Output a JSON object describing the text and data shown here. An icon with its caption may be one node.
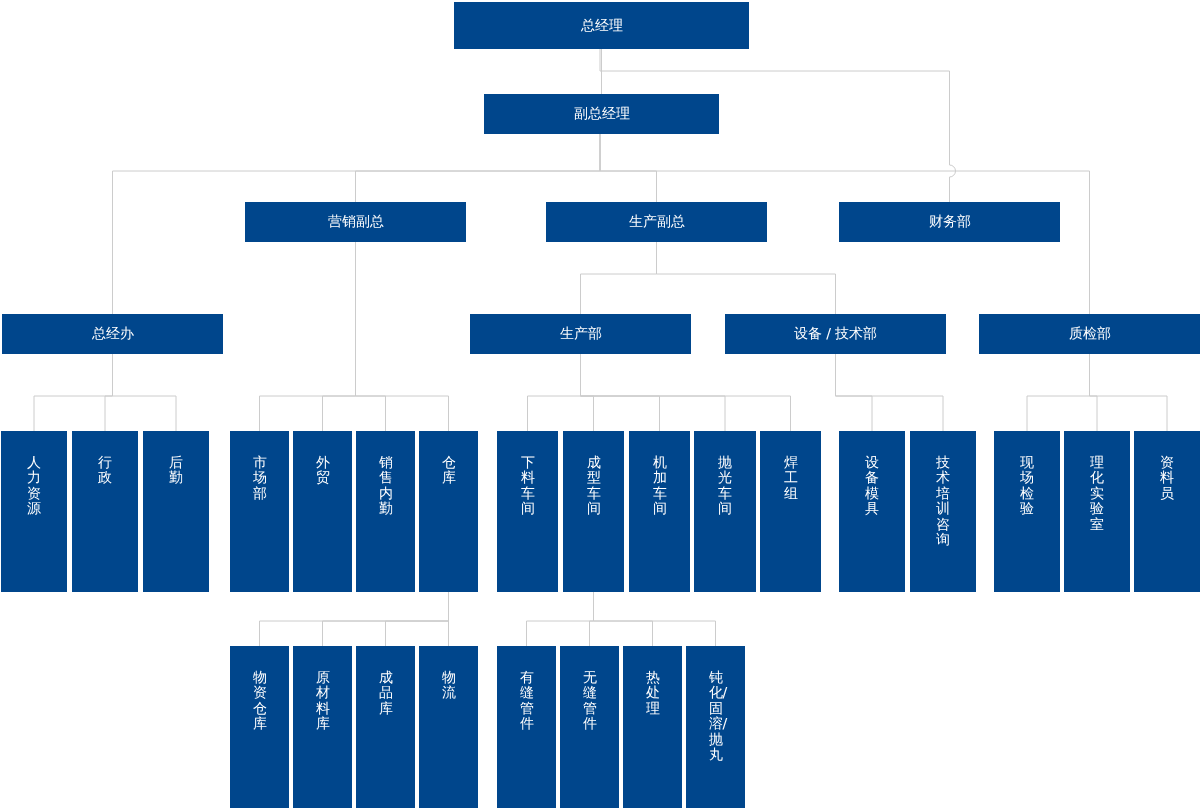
{
  "diagram": {
    "nodes": [
      {
        "text": [
          "总经理"
        ]
      },
      {
        "text": [
          "副总经理"
        ]
      },
      {
        "text": [
          "营销副总"
        ]
      },
      {
        "text": [
          "生产副总"
        ]
      },
      {
        "text": [
          "财务部"
        ]
      },
      {
        "text": [
          "总经办"
        ]
      },
      {
        "text": [
          "生产部"
        ]
      },
      {
        "text": [
          "设备 / 技术部"
        ]
      },
      {
        "text": [
          "质检部"
        ]
      },
      {
        "text": [
          "人力资源"
        ]
      },
      {
        "text": [
          "行政"
        ]
      },
      {
        "text": [
          "后勤"
        ]
      },
      {
        "text": [
          "市场部"
        ]
      },
      {
        "text": [
          "外贸"
        ]
      },
      {
        "text": [
          "销售内勤"
        ]
      },
      {
        "text": [
          "仓库"
        ]
      },
      {
        "text": [
          "下料车间"
        ]
      },
      {
        "text": [
          "成型车间"
        ]
      },
      {
        "text": [
          "机加车间"
        ]
      },
      {
        "text": [
          "抛光车间"
        ]
      },
      {
        "text": [
          "焊工组"
        ]
      },
      {
        "text": [
          "设备模具"
        ]
      },
      {
        "text": [
          "技术培训咨询"
        ]
      },
      {
        "text": [
          "现场检验"
        ]
      },
      {
        "text": [
          "理化实验室"
        ]
      },
      {
        "text": [
          "资料员"
        ]
      },
      {
        "text": [
          "物资仓库"
        ]
      },
      {
        "text": [
          "原材料库"
        ]
      },
      {
        "text": [
          "成品库"
        ]
      },
      {
        "text": [
          "物流"
        ]
      },
      {
        "text": [
          "有缝管件"
        ]
      },
      {
        "text": [
          "无缝管件"
        ]
      },
      {
        "text": [
          "热处理"
        ]
      },
      {
        "text": [
          "钝化/固溶/抛丸"
        ]
      }
    ],
    "edges": [
      {
        "from": 0,
        "to": 1,
        "arrow": "none"
      },
      {
        "from": 0,
        "to": 4,
        "arrow": "none"
      },
      {
        "from": 1,
        "to": 5,
        "arrow": "none"
      },
      {
        "from": 1,
        "to": 2,
        "arrow": "none"
      },
      {
        "from": 1,
        "to": 3,
        "arrow": "none"
      },
      {
        "from": 1,
        "to": 8,
        "arrow": "none"
      },
      {
        "from": 3,
        "to": 6,
        "arrow": "none"
      },
      {
        "from": 3,
        "to": 7,
        "arrow": "none"
      },
      {
        "from": 5,
        "to": 9,
        "arrow": "none"
      },
      {
        "from": 5,
        "to": 10,
        "arrow": "none"
      },
      {
        "from": 5,
        "to": 11,
        "arrow": "none"
      },
      {
        "from": 2,
        "to": 12,
        "arrow": "none"
      },
      {
        "from": 2,
        "to": 13,
        "arrow": "none"
      },
      {
        "from": 2,
        "to": 14,
        "arrow": "none"
      },
      {
        "from": 2,
        "to": 15,
        "arrow": "none"
      },
      {
        "from": 6,
        "to": 16,
        "arrow": "none"
      },
      {
        "from": 6,
        "to": 17,
        "arrow": "none"
      },
      {
        "from": 6,
        "to": 18,
        "arrow": "none"
      },
      {
        "from": 6,
        "to": 19,
        "arrow": "none"
      },
      {
        "from": 6,
        "to": 20,
        "arrow": "none"
      },
      {
        "from": 7,
        "to": 21,
        "arrow": "none"
      },
      {
        "from": 7,
        "to": 22,
        "arrow": "none"
      },
      {
        "from": 8,
        "to": 23,
        "arrow": "none"
      },
      {
        "from": 8,
        "to": 24,
        "arrow": "none"
      },
      {
        "from": 8,
        "to": 25,
        "arrow": "none"
      },
      {
        "from": 15,
        "to": 26,
        "arrow": "none"
      },
      {
        "from": 15,
        "to": 27,
        "arrow": "none"
      },
      {
        "from": 15,
        "to": 28,
        "arrow": "none"
      },
      {
        "from": 15,
        "to": 29,
        "arrow": "none"
      },
      {
        "from": 17,
        "to": 30,
        "arrow": "none"
      },
      {
        "from": 17,
        "to": 31,
        "arrow": "none"
      },
      {
        "from": 17,
        "to": 32,
        "arrow": "none"
      },
      {
        "from": 17,
        "to": 33,
        "arrow": "none"
      }
    ]
  }
}
